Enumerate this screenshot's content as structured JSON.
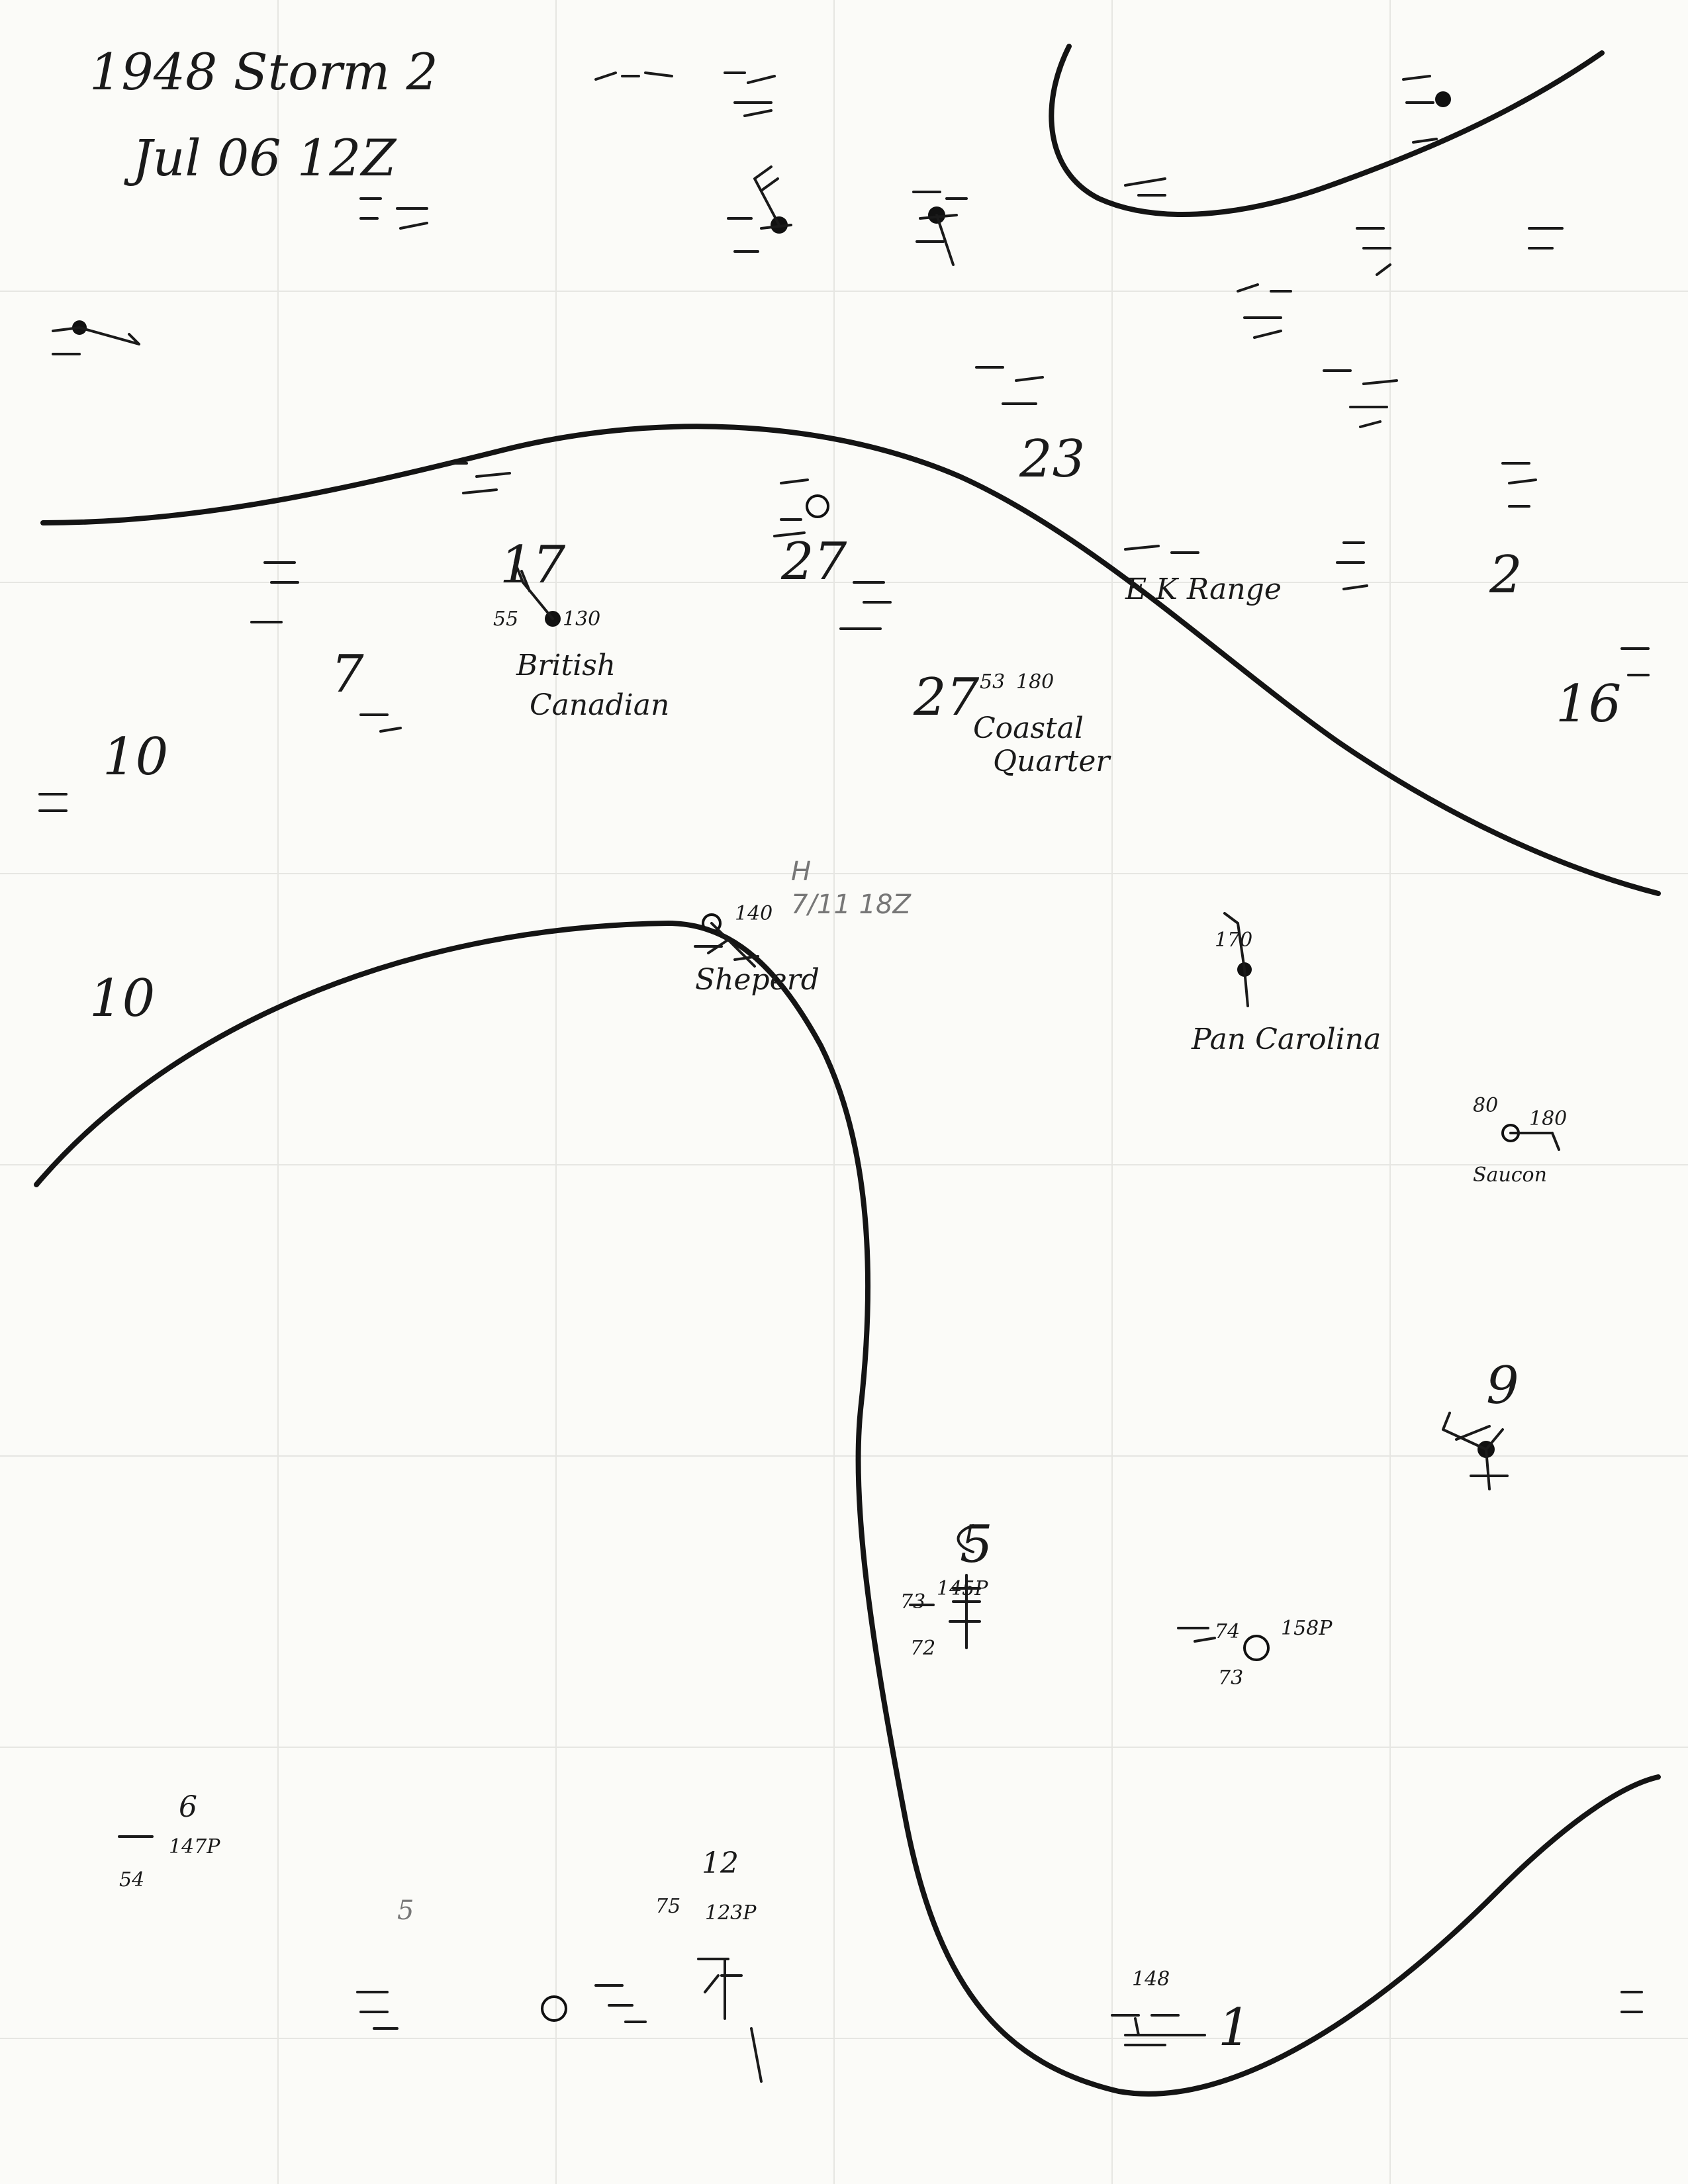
{
  "title": {
    "line1": "1948 Storm 2",
    "line2": "Jul 06 12Z"
  },
  "ship_labels": [
    {
      "id": "british-canadian",
      "lines": [
        "British",
        "Canadian"
      ]
    },
    {
      "id": "coastal-quarter",
      "lines": [
        "Coastal",
        "Quarter"
      ]
    },
    {
      "id": "ek-range",
      "lines": [
        "E K Range"
      ]
    },
    {
      "id": "pan-carolina",
      "lines": [
        "Pan Carolina"
      ]
    },
    {
      "id": "saucon",
      "lines": [
        "Saucon"
      ]
    },
    {
      "id": "sheperd",
      "lines": [
        "Sheperd"
      ]
    }
  ],
  "pencil_note": {
    "line1": "H",
    "line2": "7/11 18Z"
  },
  "station_numbers": [
    {
      "id": "n23",
      "text": "23"
    },
    {
      "id": "n27",
      "text": "27"
    },
    {
      "id": "n17",
      "text": "17"
    },
    {
      "id": "n7a",
      "text": "7"
    },
    {
      "id": "n27b",
      "text": "27"
    },
    {
      "id": "n10",
      "text": "10"
    },
    {
      "id": "n10b",
      "text": "10"
    },
    {
      "id": "n2",
      "text": "2"
    },
    {
      "id": "n16",
      "text": "16"
    },
    {
      "id": "n9",
      "text": "9"
    },
    {
      "id": "n5",
      "text": "5"
    },
    {
      "id": "n6",
      "text": "6"
    },
    {
      "id": "n5b",
      "text": "5"
    },
    {
      "id": "n12",
      "text": "12"
    },
    {
      "id": "n1",
      "text": "1"
    }
  ],
  "station_values": [
    {
      "id": "v140",
      "text": "140"
    },
    {
      "id": "v130",
      "text": "130"
    },
    {
      "id": "v180a",
      "text": "180"
    },
    {
      "id": "v180b",
      "text": "180"
    },
    {
      "id": "v170",
      "text": "170"
    },
    {
      "id": "v145p",
      "text": "145P"
    },
    {
      "id": "v158p",
      "text": "158P"
    },
    {
      "id": "v147p",
      "text": "147P"
    },
    {
      "id": "v123p",
      "text": "123P"
    },
    {
      "id": "v148",
      "text": "148"
    },
    {
      "id": "v80",
      "text": "80"
    },
    {
      "id": "v73a",
      "text": "73"
    },
    {
      "id": "v72a",
      "text": "72"
    },
    {
      "id": "v74",
      "text": "74"
    },
    {
      "id": "v73b",
      "text": "73"
    },
    {
      "id": "v75",
      "text": "75"
    },
    {
      "id": "v54",
      "text": "54"
    },
    {
      "id": "v55",
      "text": "55"
    },
    {
      "id": "v53",
      "text": "53"
    }
  ]
}
